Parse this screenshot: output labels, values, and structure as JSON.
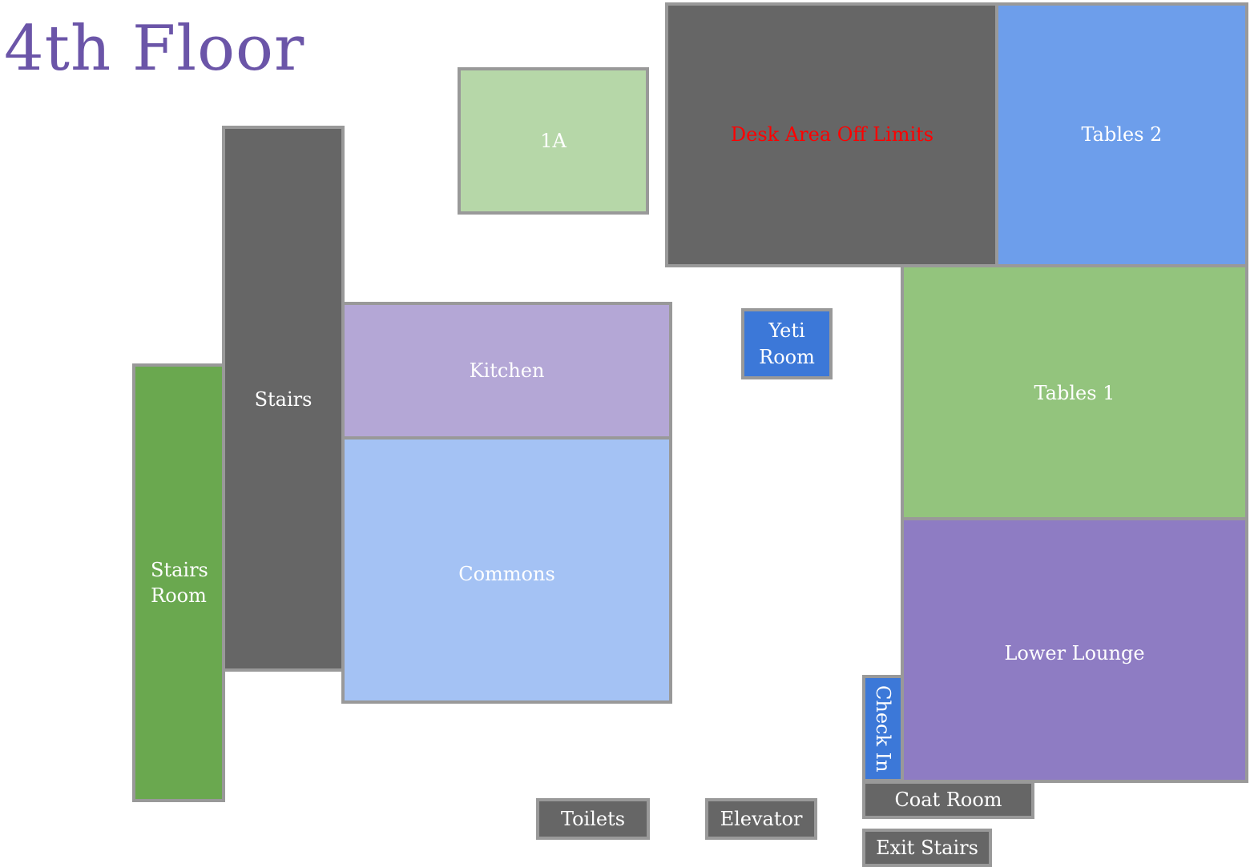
{
  "title": "4th Floor",
  "colors": {
    "title": "#6b55a8",
    "border": "#999999",
    "dark_gray": "#666666",
    "medium_blue": "#6d9eeb",
    "bright_blue": "#3c78d8",
    "light_blue": "#a4c2f4",
    "light_green": "#b6d7a8",
    "medium_green": "#93c47d",
    "dark_green": "#6aa84f",
    "light_purple": "#b4a7d6",
    "medium_purple": "#8e7cc3",
    "warning_red": "#ff0000",
    "label": "#ffffff"
  },
  "rooms": {
    "r1a": {
      "label": "1A",
      "fill": "#b6d7a8",
      "text": "#ffffff"
    },
    "desk_area": {
      "label": "Desk Area Off Limits",
      "fill": "#666666",
      "text": "#ff0000"
    },
    "tables_2": {
      "label": "Tables 2",
      "fill": "#6d9eeb",
      "text": "#ffffff"
    },
    "stairs": {
      "label": "Stairs",
      "fill": "#666666",
      "text": "#ffffff"
    },
    "stairs_room": {
      "label": "Stairs Room",
      "fill": "#6aa84f",
      "text": "#ffffff"
    },
    "kitchen": {
      "label": "Kitchen",
      "fill": "#b4a7d6",
      "text": "#ffffff"
    },
    "commons": {
      "label": "Commons",
      "fill": "#a4c2f4",
      "text": "#ffffff"
    },
    "yeti_room": {
      "label": "Yeti Room",
      "fill": "#3c78d8",
      "text": "#ffffff"
    },
    "tables_1": {
      "label": "Tables 1",
      "fill": "#93c47d",
      "text": "#ffffff"
    },
    "lower_lounge": {
      "label": "Lower Lounge",
      "fill": "#8e7cc3",
      "text": "#ffffff"
    },
    "check_in": {
      "label": "Check In",
      "fill": "#3c78d8",
      "text": "#ffffff"
    },
    "coat_room": {
      "label": "Coat Room",
      "fill": "#666666",
      "text": "#ffffff"
    },
    "toilets": {
      "label": "Toilets",
      "fill": "#666666",
      "text": "#ffffff"
    },
    "elevator": {
      "label": "Elevator",
      "fill": "#666666",
      "text": "#ffffff"
    },
    "exit_stairs": {
      "label": "Exit Stairs",
      "fill": "#666666",
      "text": "#ffffff"
    }
  }
}
